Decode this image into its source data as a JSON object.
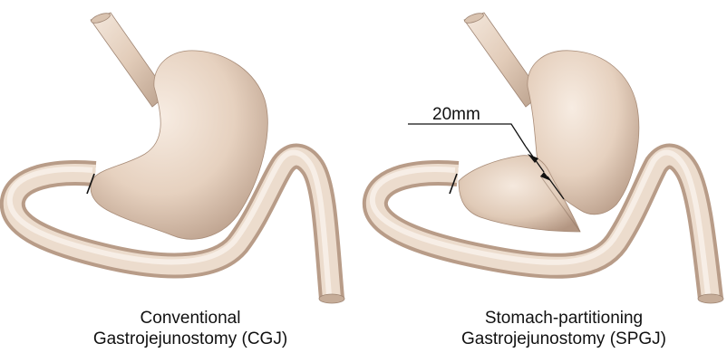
{
  "panels": [
    {
      "id": "cgj",
      "caption_line1": "Conventional",
      "caption_line2": "Gastrojejunostomy (CGJ)"
    },
    {
      "id": "spgj",
      "caption_line1": "Stomach-partitioning",
      "caption_line2": "Gastrojejunostomy (SPGJ)"
    }
  ],
  "annotation": {
    "dimension_label": "20mm"
  },
  "colors": {
    "tissue": "#e8d5c4",
    "tissue_shadow": "#b89c88",
    "tissue_highlight": "#f6ebe1",
    "ink": "#111111"
  }
}
